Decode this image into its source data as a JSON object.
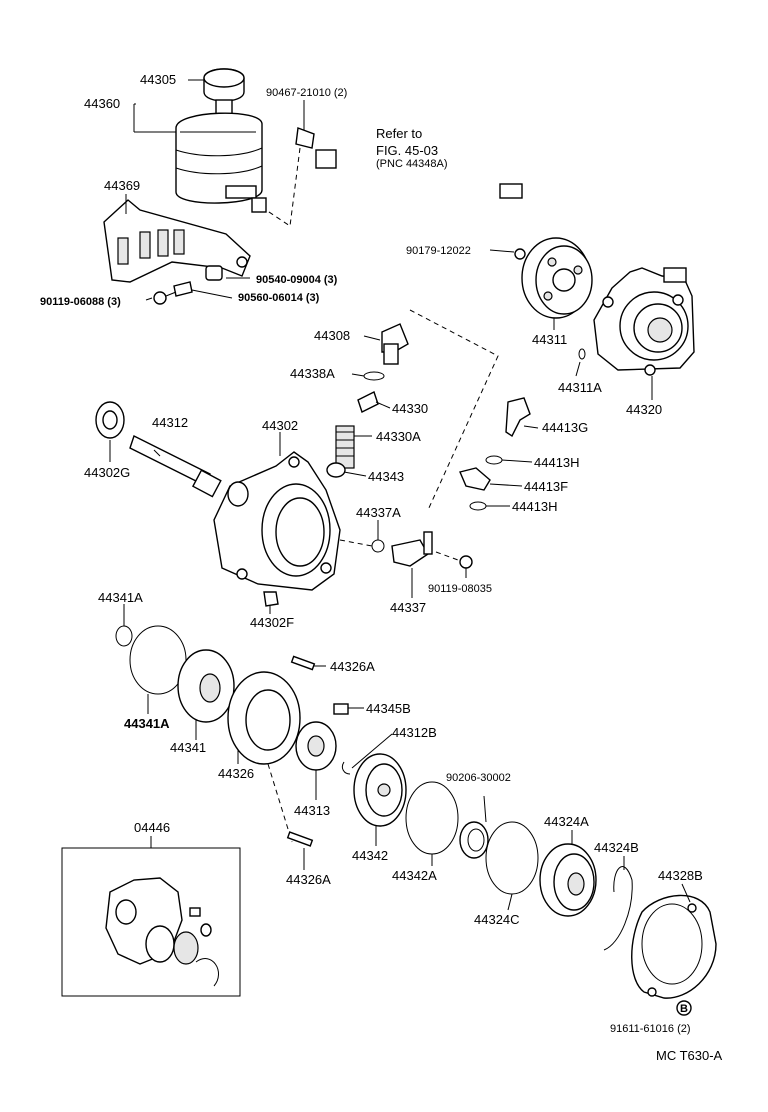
{
  "labels": {
    "44305": "44305",
    "44360": "44360",
    "90467_21010": "90467-21010 (2)",
    "refer_to": "Refer to",
    "fig": "FIG. 45-03",
    "pnc": "(PNC 44348A)",
    "44369": "44369",
    "90179_12022": "90179-12022",
    "90540_09004": "90540-09004 (3)",
    "90119_06088": "90119-06088 (3)",
    "90560_06014": "90560-06014 (3)",
    "44311": "44311",
    "44320": "44320",
    "44311A": "44311A",
    "44308": "44308",
    "44338A": "44338A",
    "44330": "44330",
    "44330A": "44330A",
    "44343": "44343",
    "44312": "44312",
    "44302": "44302",
    "44302G": "44302G",
    "44413G": "44413G",
    "44413H_top": "44413H",
    "44413F": "44413F",
    "44413H_bottom": "44413H",
    "44337A": "44337A",
    "44337": "44337",
    "90119_08035": "90119-08035",
    "44302F": "44302F",
    "44341A_top": "44341A",
    "44341A_bottom": "44341A",
    "44341": "44341",
    "44326A_top": "44326A",
    "44345B": "44345B",
    "44312B": "44312B",
    "44326": "44326",
    "44313": "44313",
    "44342": "44342",
    "90206_30002": "90206-30002",
    "44342A": "44342A",
    "44326A_bottom": "44326A",
    "44324A": "44324A",
    "44324B": "44324B",
    "44328B": "44328B",
    "44324C": "44324C",
    "04446": "04446",
    "b_marker": "B",
    "91611_61016": "91611-61016 (2)",
    "footer": "MC  T630-A"
  }
}
